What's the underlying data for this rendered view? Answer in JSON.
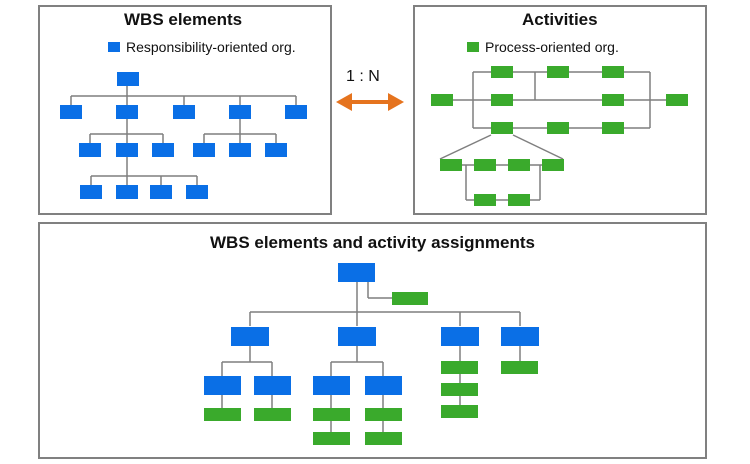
{
  "wbs_panel": {
    "title": "WBS elements",
    "legend_label": "Responsibility-oriented org."
  },
  "activities_panel": {
    "title": "Activities",
    "legend_label": "Process-oriented org."
  },
  "relationship": {
    "label": "1 : N"
  },
  "assignments_panel": {
    "title": "WBS elements and activity assignments"
  },
  "colors": {
    "wbs_element": "#0a6fe6",
    "activity": "#3aaa2c",
    "connector": "#7f7f7f",
    "arrow": "#e5731e",
    "border": "#808080"
  }
}
